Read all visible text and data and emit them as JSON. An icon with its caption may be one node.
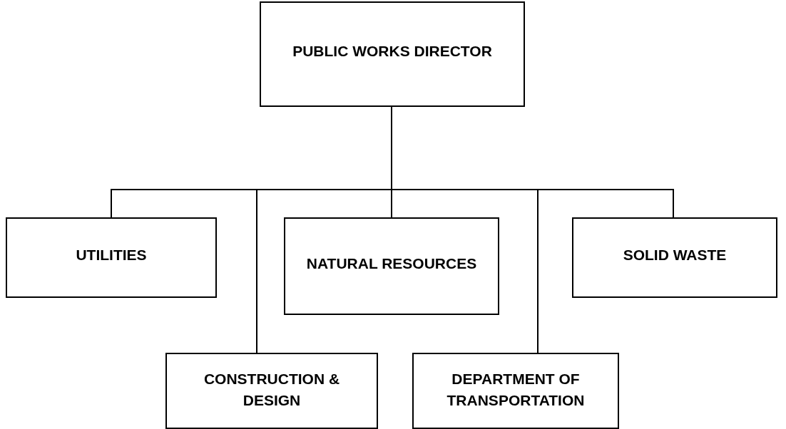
{
  "diagram": {
    "nodes": [
      {
        "text": [
          "PUBLIC WORKS DIRECTOR"
        ]
      },
      {
        "text": [
          "UTILITIES"
        ]
      },
      {
        "text": [
          "CONSTRUCTION & DESIGN"
        ]
      },
      {
        "text": [
          "NATURAL RESOURCES"
        ]
      },
      {
        "text": [
          "DEPARTMENT OF TRANSPORTATION"
        ]
      },
      {
        "text": [
          "SOLID WASTE"
        ]
      }
    ],
    "edges": [
      {
        "from": 0,
        "to": 1,
        "arrow": "none"
      },
      {
        "from": 0,
        "to": 2,
        "arrow": "none"
      },
      {
        "from": 0,
        "to": 3,
        "arrow": "none"
      },
      {
        "from": 0,
        "to": 4,
        "arrow": "none"
      },
      {
        "from": 0,
        "to": 5,
        "arrow": "none"
      }
    ]
  }
}
